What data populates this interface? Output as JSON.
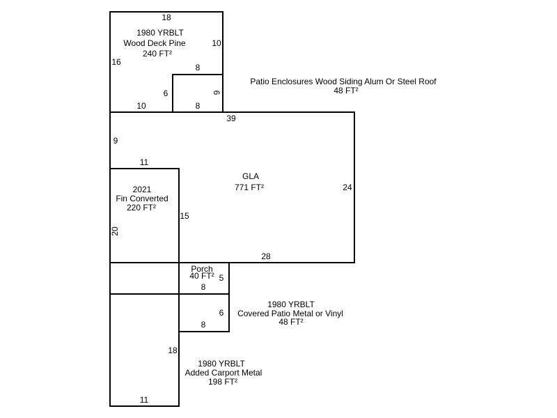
{
  "areas": {
    "deck": {
      "year": "1980 YRBLT",
      "name": "Wood Deck Pine",
      "area": "240 FT²",
      "dims": {
        "top": "18",
        "right": "10",
        "left": "16",
        "bottom": "10"
      }
    },
    "patio_enclosure": {
      "name": "Patio Enclosures Wood Siding Alum Or Steel Roof",
      "area": "48 FT²",
      "dims": {
        "top": "8",
        "left": "6",
        "right": "6",
        "bottom": "8"
      }
    },
    "gla": {
      "name": "GLA",
      "area": "771 FT²",
      "dims": {
        "top": "39",
        "left": "9",
        "right": "24",
        "bottom": "28",
        "inner_left": "15"
      }
    },
    "fin_converted": {
      "year": "2021",
      "name": "Fin Converted",
      "area": "220 FT²",
      "dims": {
        "top": "11",
        "left": "20"
      }
    },
    "porch": {
      "name": "Porch",
      "area": "40 FT²",
      "dims": {
        "right": "5",
        "bottom": "8"
      }
    },
    "covered_patio": {
      "year": "1980 YRBLT",
      "name": "Covered Patio Metal or Vinyl",
      "area": "48 FT²",
      "dims": {
        "right": "6",
        "bottom": "8"
      }
    },
    "carport": {
      "year": "1980 YRBLT",
      "name": "Added Carport Metal",
      "area": "198 FT²",
      "dims": {
        "right": "18",
        "bottom": "11"
      }
    }
  }
}
